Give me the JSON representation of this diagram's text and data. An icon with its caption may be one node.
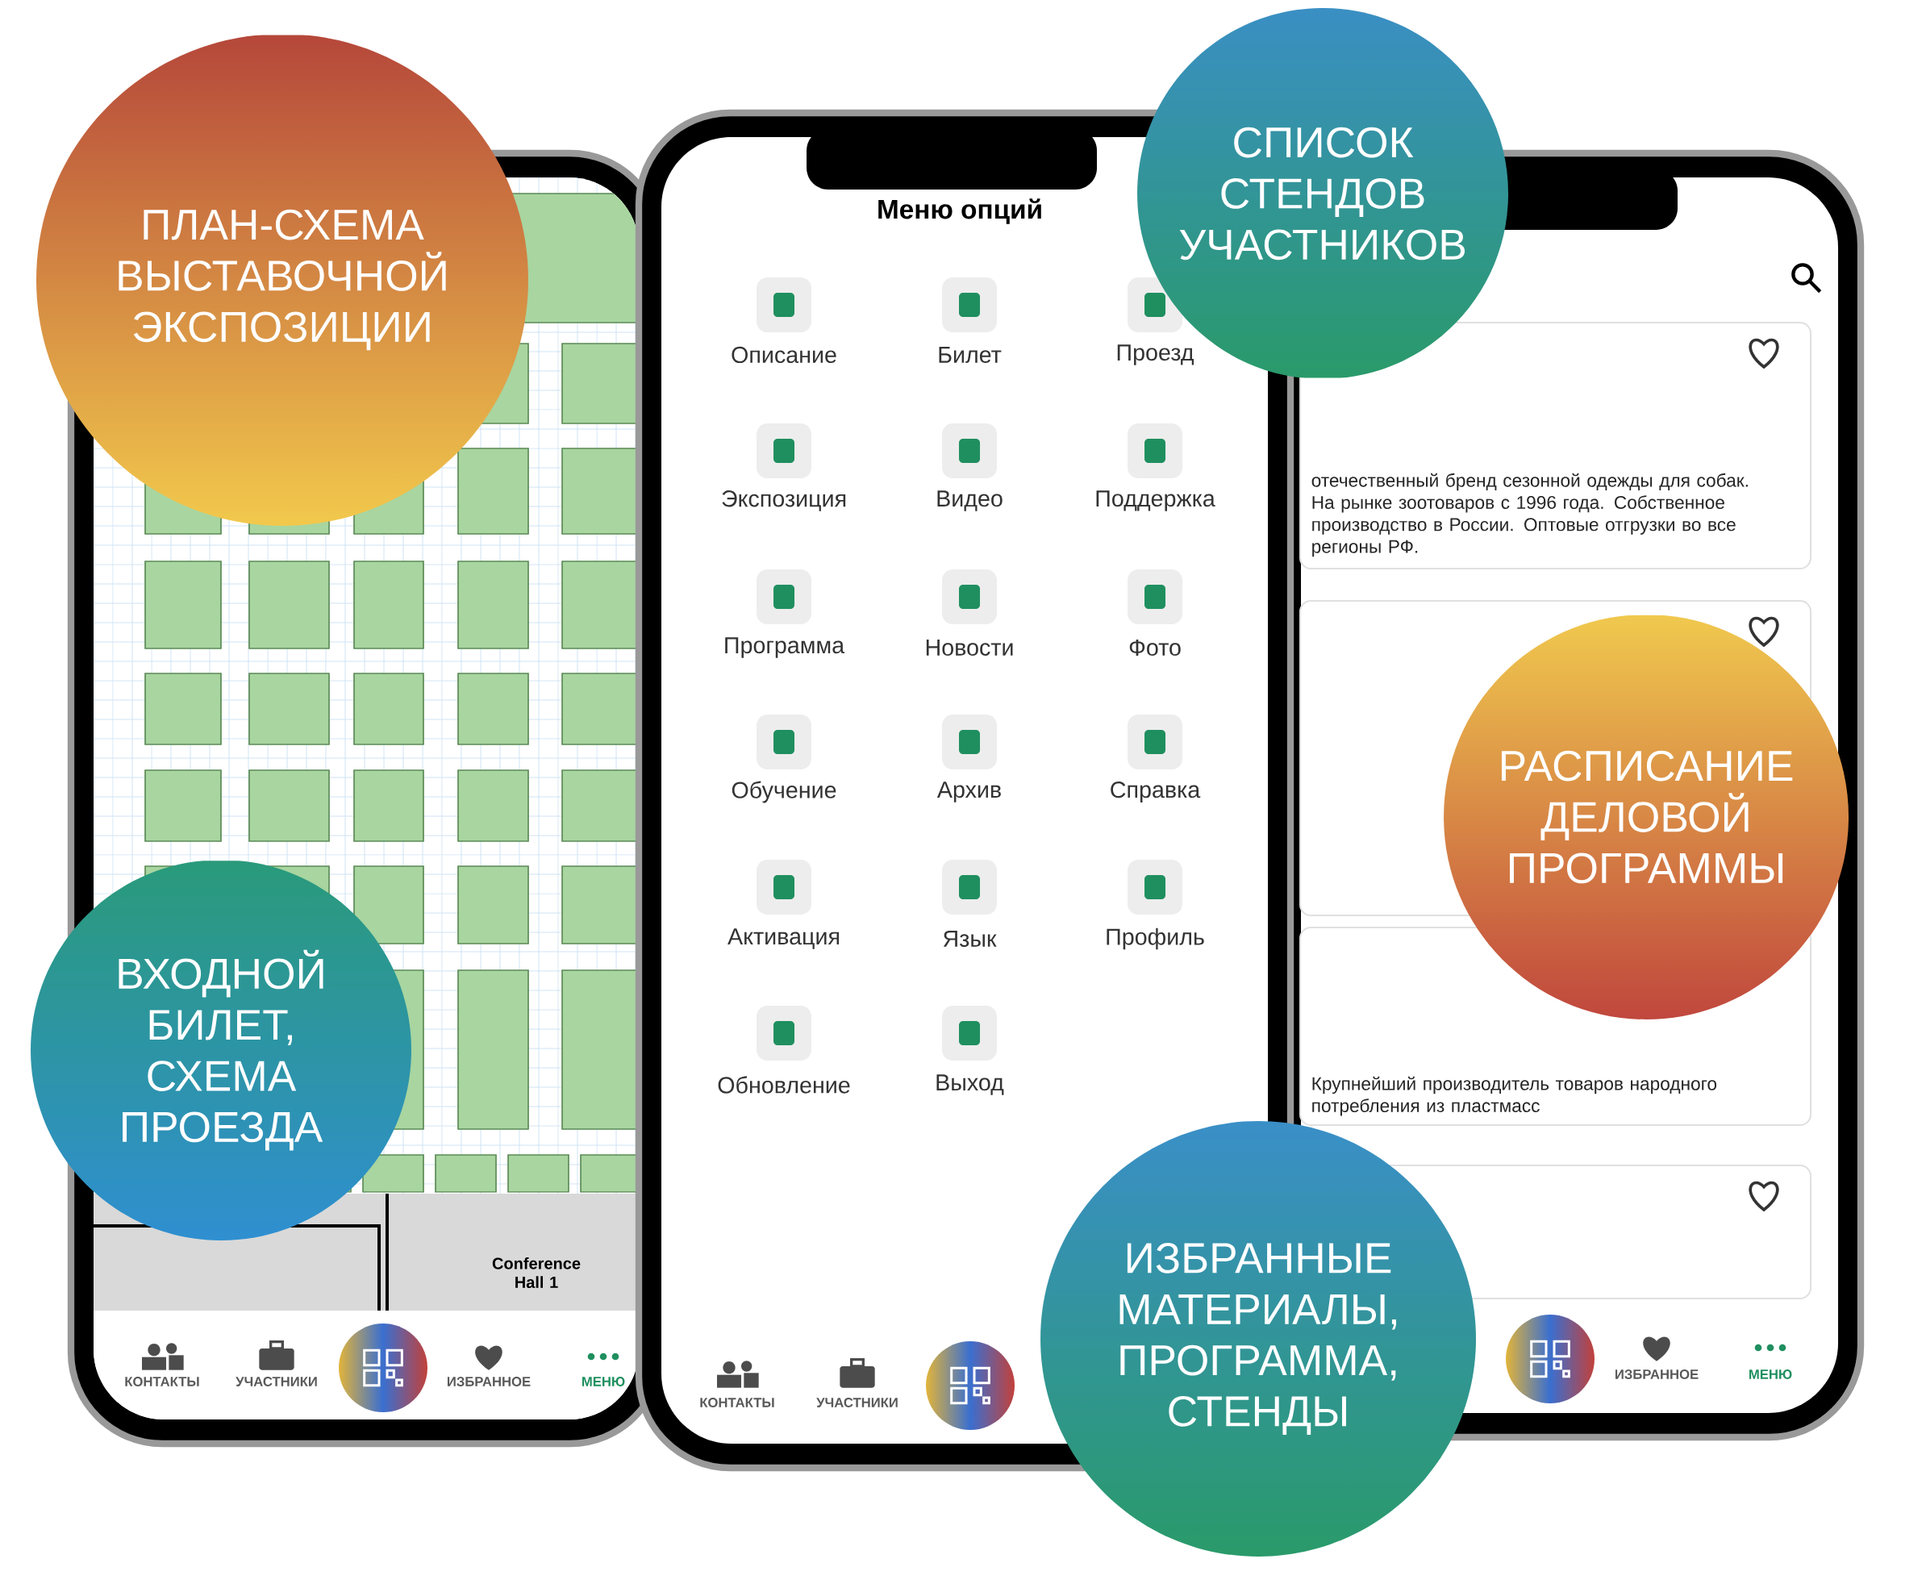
{
  "diagram": {
    "nodes": [
      {
        "text": [
          "ПЛАН-СХЕМА ВЫСТАВОЧНОЙ ЭКСПОЗИЦИИ"
        ]
      },
      {
        "text": [
          "СПИСОК СТЕНДОВ УЧАСТНИКОВ"
        ]
      },
      {
        "text": [
          "РАСПИСАНИЕ ДЕЛОВОЙ ПРОГРАММЫ"
        ]
      },
      {
        "text": [
          "ВХОДНОЙ БИЛЕТ, СХЕМА ПРОЕЗДА"
        ]
      },
      {
        "text": [
          "ИЗБРАННЫЕ МАТЕРИАЛЫ, ПРОГРАММА, СТЕНДЫ"
        ]
      }
    ],
    "labels": [
      "Меню опций",
      "Описание",
      "Билет",
      "Проезд",
      "Экспозиция",
      "Видео",
      "Поддержка",
      "Программа",
      "Новости",
      "Фото",
      "Обучение",
      "Архив",
      "Справка",
      "Активация",
      "Язык",
      "Профиль",
      "Обновление",
      "Выход",
      "отечественный бренд сезонной одежды для собак. На рынке зоотоваров с 1996 года. Собственное производство в России. Оптовые отгрузки во все регионы РФ.",
      "Крупнейший производитель товаров народного потребления из пластмасс",
      "Conference Hall 1",
      "КОНТАКТЫ",
      "УЧАСТНИКИ",
      "ИЗБРАННОЕ",
      "МЕНЮ",
      "КОНТАКТЫ",
      "УЧАСТНИКИ",
      "ИЗБРАННОЕ",
      "МЕНЮ"
    ]
  }
}
